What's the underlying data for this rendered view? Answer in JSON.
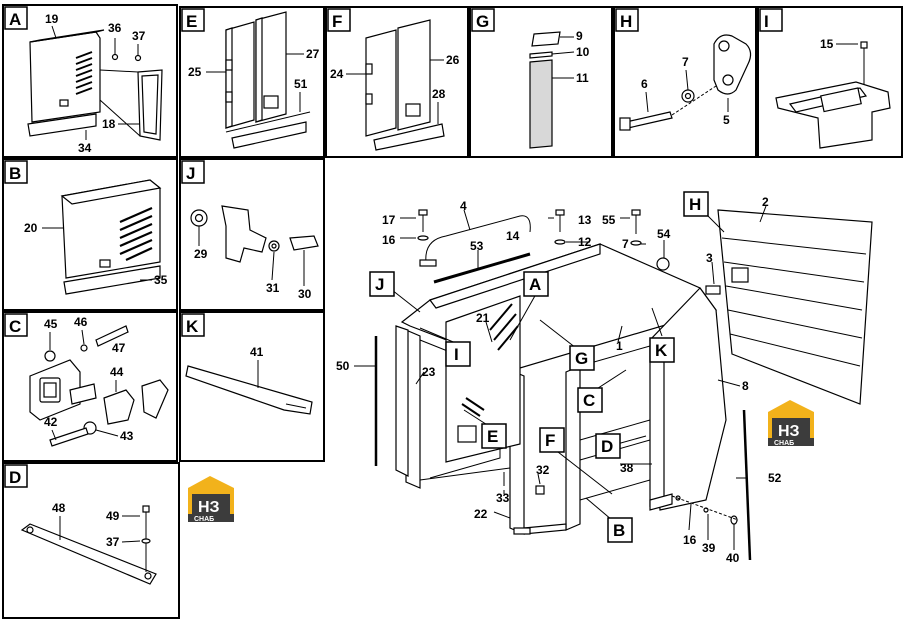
{
  "panels": [
    {
      "id": "A",
      "letter": "A",
      "parts": [
        "19",
        "36",
        "37",
        "18",
        "34"
      ]
    },
    {
      "id": "E",
      "letter": "E",
      "parts": [
        "25",
        "27",
        "51"
      ]
    },
    {
      "id": "F",
      "letter": "F",
      "parts": [
        "24",
        "26",
        "28"
      ]
    },
    {
      "id": "G",
      "letter": "G",
      "parts": [
        "9",
        "10",
        "11"
      ]
    },
    {
      "id": "H",
      "letter": "H",
      "parts": [
        "6",
        "7",
        "5"
      ]
    },
    {
      "id": "I",
      "letter": "I",
      "parts": [
        "15"
      ]
    },
    {
      "id": "B",
      "letter": "B",
      "parts": [
        "20",
        "35"
      ]
    },
    {
      "id": "J",
      "letter": "J",
      "parts": [
        "29",
        "31",
        "30"
      ]
    },
    {
      "id": "C",
      "letter": "C",
      "parts": [
        "45",
        "46",
        "47",
        "44",
        "42",
        "43"
      ]
    },
    {
      "id": "K",
      "letter": "K",
      "parts": [
        "41"
      ]
    },
    {
      "id": "D",
      "letter": "D",
      "parts": [
        "48",
        "49",
        "37"
      ]
    }
  ],
  "main": {
    "numbers": [
      "17",
      "16",
      "4",
      "53",
      "14",
      "13",
      "12",
      "55",
      "7",
      "54",
      "2",
      "3",
      "21",
      "1",
      "50",
      "23",
      "8",
      "38",
      "33",
      "32",
      "22",
      "16",
      "39",
      "40",
      "52"
    ],
    "callouts": [
      "J",
      "A",
      "I",
      "G",
      "K",
      "H",
      "C",
      "E",
      "F",
      "D",
      "B"
    ]
  },
  "logo": {
    "top": "НЗ",
    "bottom": "СНАБ",
    "accent": "#f2b21b",
    "dark": "#3c3c3c"
  }
}
